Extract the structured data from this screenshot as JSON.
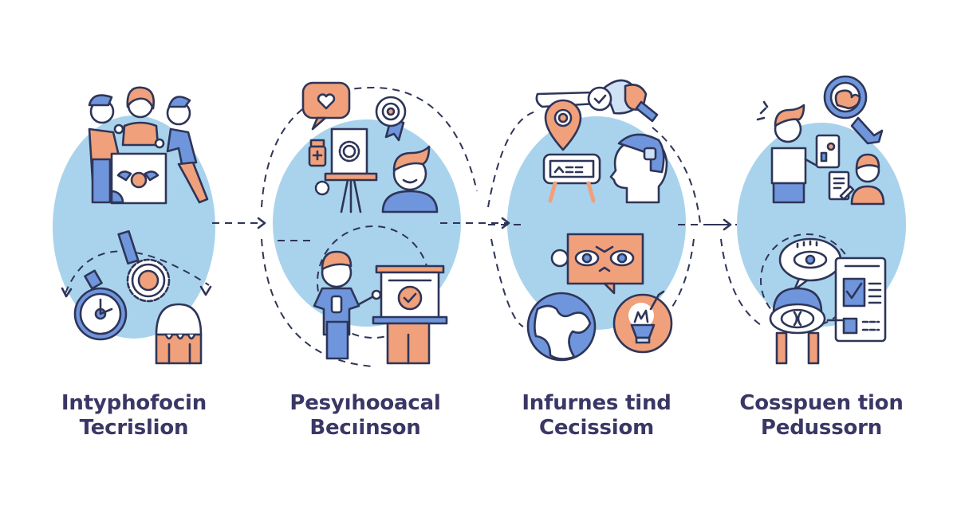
{
  "colors": {
    "blob": "#a9d3ec",
    "orange": "#f0a07a",
    "navy_outline": "#2e3558",
    "medium_blue": "#6f95dc",
    "text": "#3a3766",
    "background": "#ffffff"
  },
  "steps": [
    {
      "title_line1": "Intyphofocin",
      "title_line2": "Tecrislion",
      "icons": [
        "team-meeting-icon",
        "whiteboard-icon",
        "stopwatch-icon",
        "gear-icon",
        "hammer-icon",
        "ice-cream-icon"
      ]
    },
    {
      "title_line1": "Pesyıhooacal",
      "title_line2": "Becıinson",
      "icons": [
        "heart-chat-bubble-icon",
        "award-badge-icon",
        "easel-gear-icon",
        "medicine-bottle-icon",
        "smiling-person-icon",
        "presenter-icon",
        "checkmark-board-icon"
      ]
    },
    {
      "title_line1": "Infurnes tind",
      "title_line2": "Cecissiom",
      "icons": [
        "handshake-icon",
        "check-circle-icon",
        "location-pin-icon",
        "sign-board-icon",
        "head-profile-icon",
        "speech-face-icon",
        "globe-icon",
        "lightbulb-icon"
      ]
    },
    {
      "title_line1": "Cosspuen tion",
      "title_line2": "Pedussorn",
      "icons": [
        "magnifier-badge-icon",
        "person-tablet-icon",
        "child-icon",
        "document-icon",
        "eye-bubble-icon",
        "eye-person-icon",
        "checklist-icon"
      ]
    }
  ],
  "connectors": [
    {
      "from": 1,
      "to": 2,
      "style": "dashed-arrow"
    },
    {
      "from": 2,
      "to": 3,
      "style": "dashed-arrow"
    },
    {
      "from": 3,
      "to": 4,
      "style": "dashed-arrow"
    }
  ]
}
